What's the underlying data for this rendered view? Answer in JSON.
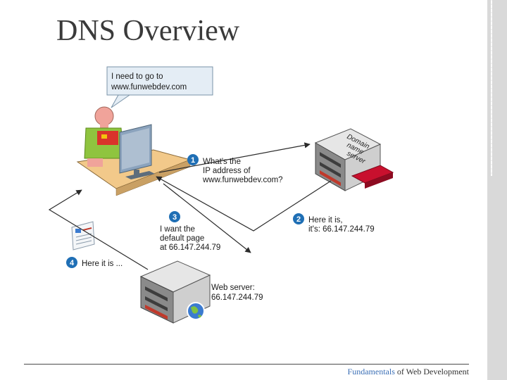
{
  "slide": {
    "title": "DNS Overview",
    "footer_accent": "Fundamentals",
    "footer_rest": " of Web Development"
  },
  "diagram": {
    "bubble": {
      "line1": "I need to go to",
      "line2": "www.funwebdev.com"
    },
    "dns_server_label": [
      "Domain",
      "name",
      "server"
    ],
    "steps": [
      {
        "num": "1",
        "lines": [
          "What's the",
          "IP address of",
          "www.funwebdev.com?"
        ]
      },
      {
        "num": "2",
        "lines": [
          "Here it is,",
          "it's: 66.147.244.79"
        ]
      },
      {
        "num": "3",
        "lines": [
          "I want the",
          "default page",
          "at 66.147.244.79"
        ]
      },
      {
        "num": "4",
        "lines": [
          "Here it is ..."
        ]
      }
    ],
    "web_server": {
      "line1": "Web server:",
      "line2": "66.147.244.79"
    },
    "colors": {
      "step_circle": "#1f6fb5",
      "shirt": "#8fc43f",
      "skin": "#f0a39a",
      "desk": "#f2c98a",
      "server_red": "#c0392b",
      "disk_red": "#c8102e"
    }
  }
}
